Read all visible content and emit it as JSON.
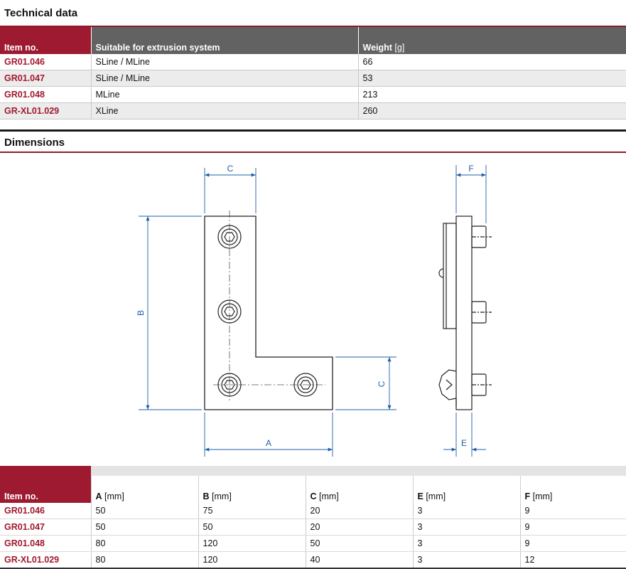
{
  "technical": {
    "title": "Technical data",
    "headers": {
      "item": "Item no.",
      "system": "Suitable for extrusion system",
      "weight": "Weight",
      "weight_unit": "[g]"
    },
    "rows": [
      {
        "item": "GR01.046",
        "system": "SLine / MLine",
        "weight": "66"
      },
      {
        "item": "GR01.047",
        "system": "SLine / MLine",
        "weight": "53"
      },
      {
        "item": "GR01.048",
        "system": "MLine",
        "weight": "213"
      },
      {
        "item": "GR-XL01.029",
        "system": "XLine",
        "weight": "260"
      }
    ]
  },
  "dimensions": {
    "title": "Dimensions",
    "labels": {
      "a": "A",
      "b": "B",
      "c_top": "C",
      "c_side": "C",
      "e": "E",
      "f": "F"
    },
    "headers": {
      "item": "Item no.",
      "a": "A",
      "a_unit": "[mm]",
      "b": "B",
      "b_unit": "[mm]",
      "c": "C",
      "c_unit": "[mm]",
      "e": "E",
      "e_unit": "[mm]",
      "f": "F",
      "f_unit": "[mm]"
    },
    "rows": [
      {
        "item": "GR01.046",
        "a": "50",
        "b": "75",
        "c": "20",
        "e": "3",
        "f": "9"
      },
      {
        "item": "GR01.047",
        "a": "50",
        "b": "50",
        "c": "20",
        "e": "3",
        "f": "9"
      },
      {
        "item": "GR01.048",
        "a": "80",
        "b": "120",
        "c": "50",
        "e": "3",
        "f": "9"
      },
      {
        "item": "GR-XL01.029",
        "a": "80",
        "b": "120",
        "c": "40",
        "e": "3",
        "f": "12"
      }
    ]
  },
  "colors": {
    "accent": "#9d1a30",
    "header_gray": "#626262",
    "dimension_blue": "#1f5fa8"
  }
}
